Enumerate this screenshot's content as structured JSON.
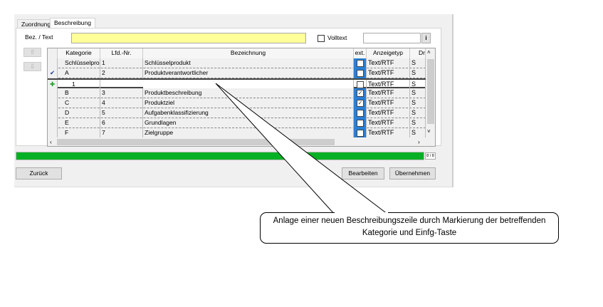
{
  "tabs": [
    {
      "label": "Zuordnung"
    },
    {
      "label": "Beschreibung"
    }
  ],
  "filter": {
    "label": "Bez. / Text",
    "value": "",
    "volltext_label": "Volltext",
    "volltext_checked": false,
    "search_value": "",
    "info_icon": "info-icon"
  },
  "grid": {
    "columns": [
      "Kategorie",
      "Lfd.-Nr.",
      "Bezeichnung",
      "ext.",
      "Anzeigetyp",
      "Dr"
    ],
    "rows": [
      {
        "marker": "",
        "kategorie": "Schlüsselprod",
        "nr": "1",
        "bezeichnung": "Schlüsselprodukt",
        "ext": false,
        "typ": "Text/RTF",
        "dr": "S"
      },
      {
        "marker": "✔",
        "kategorie": "A",
        "nr": "2",
        "bezeichnung": "Produktverantwortlicher",
        "ext": false,
        "typ": "Text/RTF",
        "dr": "S"
      },
      {
        "marker": "✚",
        "kategorie": "1",
        "nr": "",
        "bezeichnung": "",
        "ext": false,
        "typ": "Text/RTF",
        "dr": "S"
      },
      {
        "marker": "",
        "kategorie": "B",
        "nr": "3",
        "bezeichnung": "Produktbeschreibung",
        "ext": true,
        "typ": "Text/RTF",
        "dr": "S"
      },
      {
        "marker": "",
        "kategorie": "C",
        "nr": "4",
        "bezeichnung": "Produktziel",
        "ext": true,
        "typ": "Text/RTF",
        "dr": "S"
      },
      {
        "marker": "",
        "kategorie": "D",
        "nr": "5",
        "bezeichnung": "Aufgabenklassifizierung",
        "ext": false,
        "typ": "Text/RTF",
        "dr": "S"
      },
      {
        "marker": "",
        "kategorie": "E",
        "nr": "6",
        "bezeichnung": "Grundlagen",
        "ext": false,
        "typ": "Text/RTF",
        "dr": "S"
      },
      {
        "marker": "",
        "kategorie": "F",
        "nr": "7",
        "bezeichnung": "Zielgruppe",
        "ext": false,
        "typ": "Text/RTF",
        "dr": "S"
      }
    ]
  },
  "progress": {
    "value": 1.0,
    "label": "8 / 8",
    "color": "#06b025"
  },
  "buttons": {
    "back": "Zurück",
    "edit": "Bearbeiten",
    "apply": "Übernehmen"
  },
  "callout": {
    "text": "Anlage einer neuen Beschreibungszeile durch Markierung der betreffenden Kategorie und Einfg-Taste"
  }
}
